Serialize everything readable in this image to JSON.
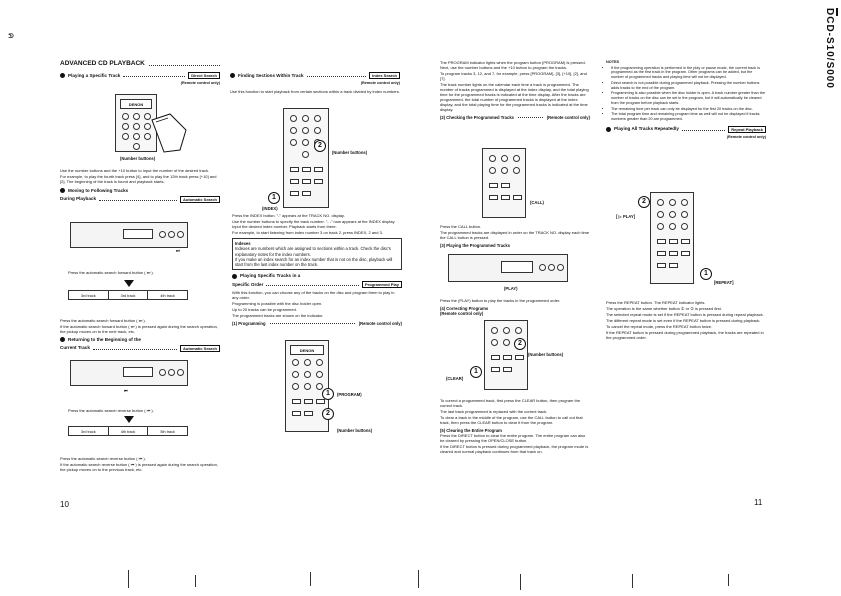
{
  "corner_mark": "ค",
  "side_title": "DCD-S10/S000",
  "page_left": "10",
  "page_right": "11",
  "heading": "ADVANCED CD PLAYBACK",
  "remote_only": "(Remote control only)",
  "sections": {
    "s1": {
      "title": "Playing a Specific Track",
      "tag": "Direct Search",
      "number_buttons": "(Number buttons)",
      "text": [
        "Use the number buttons and the +10 button to input the number of the desired track.",
        "For example, to play the fourth track press [4], and to play the 12th track press [+10] and [2]. The beginning of the track is found and playback starts."
      ]
    },
    "s2": {
      "title": "Moving to Following Tracks",
      "subtitle": "During Playback",
      "tag": "Automatic Search",
      "press": "Press the automatic search forward button ( ⏭ ).",
      "tracks": [
        "3rd track",
        "3rd track",
        "4th track"
      ],
      "text": [
        "Press the automatic search forward button ( ⏭ ).",
        "If the automatic search forward button ( ⏭ ) is pressed again during the search operation, the pickup moves on to the next track, etc."
      ]
    },
    "s3": {
      "title": "Returning to the Beginning of the",
      "subtitle": "Current Track",
      "tag": "Automatic Search",
      "press": "Press the automatic search reverse button ( ⏮ ).",
      "tracks": [
        "3rd track",
        "4th track",
        "5th track"
      ],
      "text": [
        "Press the automatic search reverse button ( ⏮ ).",
        "If the automatic search reverse button ( ⏮ ) is pressed again during the search operation, the pickup moves on to the previous track, etc."
      ]
    },
    "s4": {
      "title": "Finding Sections Within Track",
      "tag": "Index Search",
      "text": [
        "Use this function to start playback from certain sections within a track divided by index numbers."
      ],
      "index_label": "(INDEX)",
      "number_buttons": "(Number buttons)",
      "steps": [
        "Press the INDEX button. \"-\" appears at the TRACK NO. display.",
        "Use the number buttons to specify the track number. \"- -\" now appears at the INDEX display. Input the desired index number. Playback starts from there.",
        "For example, to start listening from index number 3 on track 2, press INDEX, 2 and 3."
      ],
      "indexes_title": "Indexes",
      "indexes_text": [
        "Indexes are numbers which are assigned to sections within a track. Check the disc's explanatory notes for the index numbers.",
        "If you make an index search for an index number that is not on the disc, playback will start from the last index number on the track."
      ]
    },
    "s5": {
      "title": "Playing Specific Tracks in a",
      "subtitle": "Specific Order",
      "tag": "Programmed Play",
      "text": [
        "With this function, you can choose any of the tracks on the disc and program them to play in any order.",
        "Programming is possible with the disc holder open.",
        "Up to 20 tracks can be programmed.",
        "The programmed tracks are shown on the indicator."
      ],
      "step1": "(1)  Programming",
      "program_label": "(PROGRAM)",
      "number_buttons": "(Number buttons)"
    },
    "s6": {
      "text": [
        "The PROGRAM indicator lights when the program button (PROGRAM) is pressed. Next, use the number buttons and the +10 button to program the tracks.",
        "To program tracks 3, 12, and 7, for example, press [PROGRAM], [3], [+10], [2], and [7].",
        "The track number lights on the calendar each time a track is programmed. The number of tracks programmed is displayed at the index display, and the total playing time for the programmed tracks is indicated at the time display. After the tracks are programmed, the total number of programmed tracks is displayed at the index display, and the total playing time for the programmed tracks is indicated at the time display."
      ],
      "step2": "(2)  Checking the Programmed Tracks",
      "call_label": "(CALL)",
      "call_text": [
        "Press the CALL button.",
        "The programmed tracks are displayed in order on the TRACK NO. display each time the CALL button is pressed."
      ],
      "step3": "(3)  Playing the Programmed Tracks",
      "play_label": "(PLAY)",
      "play_text": [
        "Press the (PLAY) button to play the tracks in the programmed order."
      ],
      "step4": "(4)  Correcting Programs",
      "clear_label": "(CLEAR)",
      "number_buttons": "(Number buttons)",
      "clear_text": [
        "To correct a programmed track, first press the CLEAR button, then program the correct track.",
        "The last track programmed is replaced with the correct track.",
        "To clear a track in the middle of the program, use the CALL button to call out that track, then press the CLEAR button to clear it from the program."
      ],
      "step5": "(5)  Clearing the Entire Program",
      "entire_text": [
        "Press the DIRECT button to clear the entire program. The entire program can also be cleared by pressing the OPEN/CLOSE button.",
        "If the DIRECT button is pressed during programmed playback, the program mode is cleared and normal playback continues from that track on."
      ]
    },
    "notes": {
      "title": "NOTES",
      "items": [
        "If the programming operation is performed in the play or pause mode, the current track is programmed as the first track in the program. Other programs can be added, but the number of programmed tracks and playing time will not be displayed.",
        "Direct search is not possible during programmed playback. Pressing the number buttons adds tracks to the end of the program.",
        "Programming is also possible when the disc holder is open. A track number greater than the number of tracks on the disc can be set in the program, but it will automatically be cleared from the program before playback starts.",
        "The remaining time per track can only be displayed for the first 20 tracks on the disc.",
        "The total program time and remaining program time as well will not be displayed if tracks numbers greater than 20 are programmed."
      ]
    },
    "s7": {
      "title": "Playing All Tracks Repeatedly",
      "tag": "Repeat Playback",
      "repeat_label": "[REPEAT]",
      "indicator": "[ ▷ PLAY]",
      "text": [
        "Press the REPEAT button. The REPEAT indicator lights.",
        "The operation is the same whether button ① or ② is pressed first.",
        "The selected repeat mode is set if the REPEAT button is pressed during repeat playback.",
        "The different repeat mode is set even if the REPEAT button is pressed during playback.",
        "To cancel the repeat mode, press the REPEAT button twice.",
        "If the REPEAT button is pressed during programmed playback, the tracks are repeated in the programmed order."
      ]
    }
  }
}
